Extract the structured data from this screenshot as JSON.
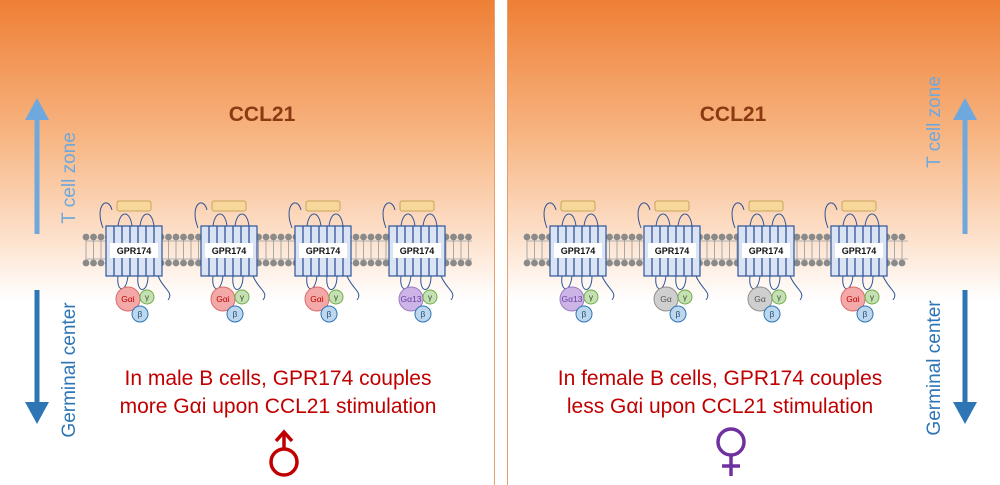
{
  "left_panel": {
    "ligand": "CCL21",
    "caption_line1": "In male B cells, GPR174 couples",
    "caption_line2": "more Gαi upon CCL21 stimulation",
    "sex_symbol": "♂",
    "receptors": [
      {
        "name": "GPR174",
        "galpha": "Gαi",
        "gamma": "γ",
        "beta": "β",
        "galpha_fill": "#f4a9a9",
        "galpha_stroke": "#d96b6b",
        "galpha_text": "#c00000"
      },
      {
        "name": "GPR174",
        "galpha": "Gαi",
        "gamma": "γ",
        "beta": "β",
        "galpha_fill": "#f4a9a9",
        "galpha_stroke": "#d96b6b",
        "galpha_text": "#c00000"
      },
      {
        "name": "GPR174",
        "galpha": "Gαi",
        "gamma": "γ",
        "beta": "β",
        "galpha_fill": "#f4a9a9",
        "galpha_stroke": "#d96b6b",
        "galpha_text": "#c00000"
      },
      {
        "name": "GPR174",
        "galpha": "Gα13",
        "gamma": "γ",
        "beta": "β",
        "galpha_fill": "#cdb4e6",
        "galpha_stroke": "#9a7cc3",
        "galpha_text": "#6b3fa0"
      }
    ]
  },
  "right_panel": {
    "ligand": "CCL21",
    "caption_line1": "In female B cells, GPR174 couples",
    "caption_line2": "less Gαi upon CCL21 stimulation",
    "sex_symbol": "♀",
    "receptors": [
      {
        "name": "GPR174",
        "galpha": "Gα13",
        "gamma": "γ",
        "beta": "β",
        "galpha_fill": "#cdb4e6",
        "galpha_stroke": "#9a7cc3",
        "galpha_text": "#6b3fa0"
      },
      {
        "name": "GPR174",
        "galpha": "Gα",
        "gamma": "γ",
        "beta": "β",
        "galpha_fill": "#cfcfcf",
        "galpha_stroke": "#8f8f8f",
        "galpha_text": "#555555"
      },
      {
        "name": "GPR174",
        "galpha": "Gα",
        "gamma": "γ",
        "beta": "β",
        "galpha_fill": "#cfcfcf",
        "galpha_stroke": "#8f8f8f",
        "galpha_text": "#555555"
      },
      {
        "name": "GPR174",
        "galpha": "Gαi",
        "gamma": "γ",
        "beta": "β",
        "galpha_fill": "#f4a9a9",
        "galpha_stroke": "#d96b6b",
        "galpha_text": "#c00000"
      }
    ]
  },
  "axis": {
    "top_label": "T cell zone",
    "bottom_label": "Germinal center",
    "top_color": "#6fa8dc",
    "bottom_color": "#2e75b6"
  },
  "colors": {
    "male_symbol": "#c00000",
    "female_symbol": "#7030a0",
    "caption": "#c00000",
    "ligand_text": "#8c3a12",
    "receptor_stroke": "#2f5597",
    "receptor_fill": "#dae3f3",
    "ligand_box": "#f7d79a",
    "membrane": "#8a8a8a",
    "gamma_fill": "#c5e0b4",
    "beta_fill": "#bdd7ee"
  }
}
